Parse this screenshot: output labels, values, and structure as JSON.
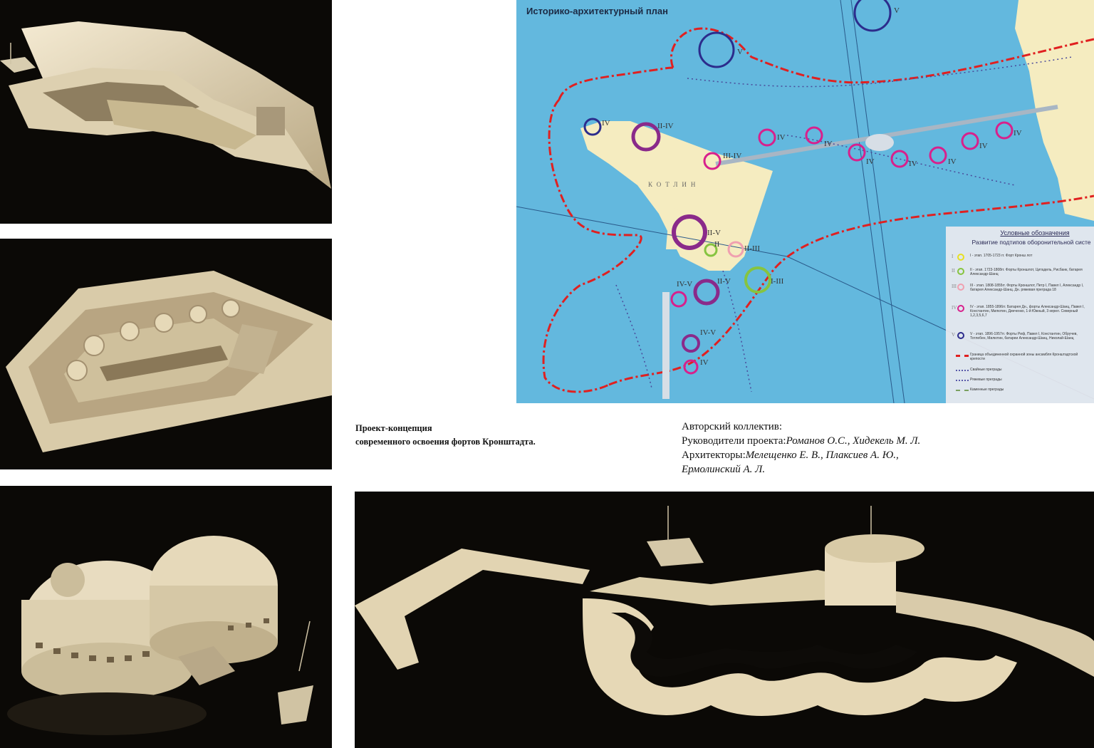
{
  "map": {
    "title": "Историко-архитектурный план",
    "legend": {
      "title": "Условные обозначения",
      "subtitle": "Развитие подтипов оборонительной систе",
      "stages": [
        {
          "num": "I",
          "color": "#e8e020",
          "text": "I - этап. 1705-1723 гг.       Форт Кронш лот"
        },
        {
          "num": "II",
          "color": "#86c440",
          "text": "II - этап. 1723-1808гг.      Форты Кроншлот, Цитадель, Рисбанк, батарея Александр-Шанц"
        },
        {
          "num": "III",
          "color": "#f0a0b0",
          "text": "III - этап. 1808-1855гг.     Форты Кроншлот, Петр I, Павел I, Александр I, батарея Александр-Шанц. Дн. ряжевая преграда 18"
        },
        {
          "num": "IV",
          "color": "#d8208c",
          "text": "IV - этап. 1855-1896гг.       Батарея Дн., форты Александр-Шанц, Павел I, Константин, Милютин, Динченко, 1-й Южный, 3 керел. Северный 1,2,3,5,6,7"
        },
        {
          "num": "V",
          "color": "#2c2c8c",
          "text": "V - этап.  1896-1957гг.      Форты Риф, Павел I, Константин, Обручев, Тотлебен, Милютин, батареи Александр-Шанц, Николай-Шанц"
        }
      ],
      "lines": [
        {
          "text": "Граница объединенной охранной зоны ансамбля Кронштадтской крепости",
          "color": "#e02020",
          "style": "dashdot"
        },
        {
          "text": "Свайные преграды",
          "color": "#5a5aaa",
          "style": "dots"
        },
        {
          "text": "Ряжевые преграды",
          "color": "#5a5aaa",
          "style": "dots"
        },
        {
          "text": "Каменные преграды",
          "color": "#7aa060",
          "style": "dashdot"
        }
      ]
    },
    "markers": [
      "V",
      "V",
      "IV",
      "II-IV",
      "III-IV",
      "IV",
      "IV",
      "IV",
      "IV",
      "IV",
      "IV",
      "IV",
      "II-V",
      "II",
      "II-III",
      "I-III",
      "II-V",
      "IV-V",
      "IV-V",
      "IV"
    ],
    "place_label": "КОТЛИН",
    "icon": "kronstadt-map-icon"
  },
  "caption": {
    "line1": "Проект-концепция",
    "line2": "современного освоения фортов Кронштадта."
  },
  "authors": {
    "team": "Авторский коллектив:",
    "leaders_label": "Руководители проекта:",
    "leaders_names": "Романов О.С., Хидекель М. Л.",
    "architects_label": "Архитекторы:",
    "architects_names": "Мелещенко Е. В., Плаксиев А. Ю.,",
    "architects_names2": "Ермолинский А. Л."
  },
  "colors": {
    "sea": "#63b8de",
    "land": "#f5ecc0",
    "boundary": "#e02020",
    "model": "#e9dcbd",
    "photo_bg": "#0b0906"
  }
}
